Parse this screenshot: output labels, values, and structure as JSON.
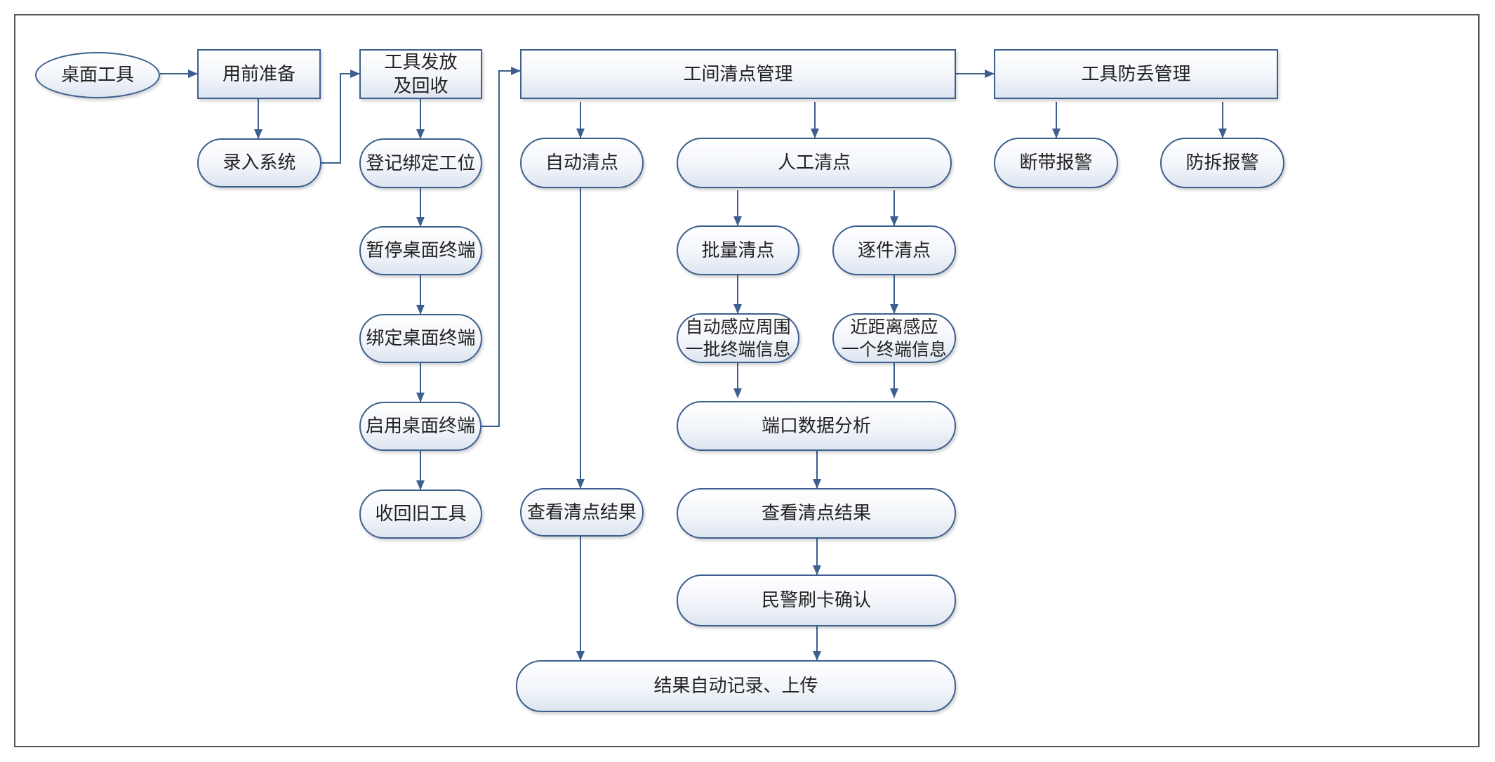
{
  "nodes": {
    "desktop_tool": "桌面工具",
    "pre_use_prep": "用前准备",
    "enter_system": "录入系统",
    "issue_and_return": "工具发放\n及回收",
    "register_bind_station": "登记绑定工位",
    "pause_terminal": "暂停桌面终端",
    "bind_terminal": "绑定桌面终端",
    "enable_terminal": "启用桌面终端",
    "retrieve_old_tools": "收回旧工具",
    "inventory_management": "工间清点管理",
    "auto_inventory": "自动清点",
    "view_result_auto": "查看清点结果",
    "manual_inventory": "人工清点",
    "batch_inventory": "批量清点",
    "item_inventory": "逐件清点",
    "batch_sense_info": "自动感应周围\n一批终端信息",
    "near_sense_info": "近距离感应\n一个终端信息",
    "port_data_analysis": "端口数据分析",
    "view_result_manual": "查看清点结果",
    "police_card_confirm": "民警刷卡确认",
    "auto_record_upload": "结果自动记录、上传",
    "anti_loss_management": "工具防丢管理",
    "strap_break_alarm": "断带报警",
    "tamper_alarm": "防拆报警"
  },
  "colors": {
    "border": "#3d5f8e",
    "arrow": "#3d5f8e",
    "frame": "#555555",
    "text": "#222222"
  }
}
